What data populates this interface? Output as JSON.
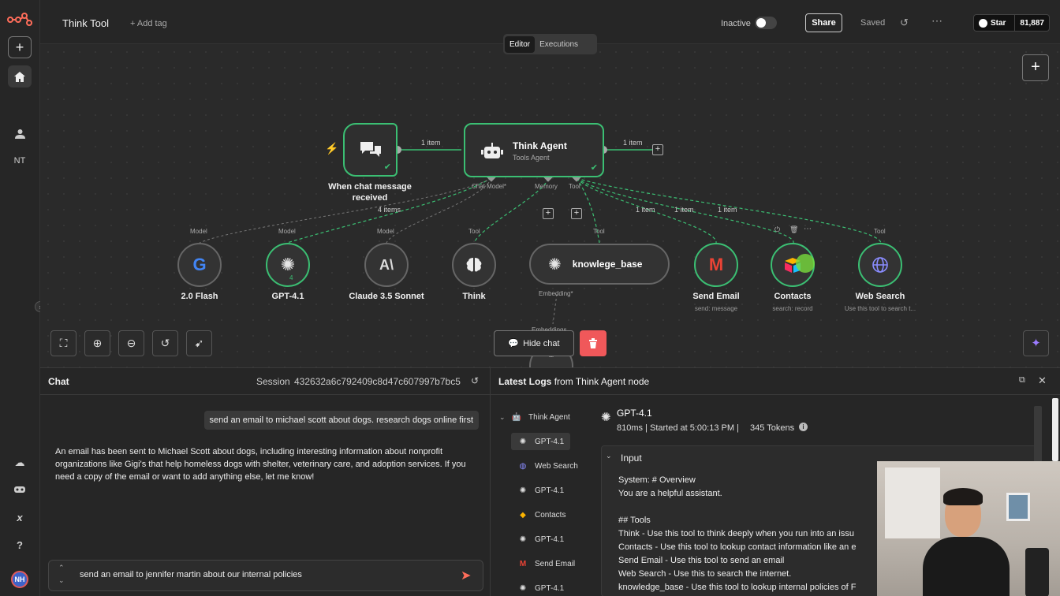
{
  "workflow": {
    "title": "Think Tool",
    "add_tag": "+ Add tag",
    "status_label": "Inactive",
    "share_label": "Share",
    "saved_label": "Saved",
    "github_star_label": "Star",
    "github_star_count": "81,887"
  },
  "tabs": [
    "Editor",
    "Executions"
  ],
  "rail": {
    "user_initials": "NT",
    "avatar_initials": "NH"
  },
  "nodes": {
    "trigger": {
      "label_line1": "When chat message",
      "label_line2": "received"
    },
    "agent": {
      "title": "Think Agent",
      "subtitle": "Tools Agent",
      "ports": [
        "Chat Model*",
        "Memory",
        "Tool"
      ]
    },
    "edges": {
      "trigger_to_agent": "1 item",
      "agent_out": "1 item",
      "models": "4 items",
      "tool_a": "1 item",
      "tool_b": "1 item",
      "tool_c": "1 item"
    },
    "subnodes": [
      {
        "type": "Model",
        "label": "2.0 Flash",
        "icon": "google-icon"
      },
      {
        "type": "Model",
        "label": "GPT-4.1",
        "icon": "openai-icon",
        "badge": "4"
      },
      {
        "type": "Model",
        "label": "Claude 3.5 Sonnet",
        "icon": "anthropic-icon"
      },
      {
        "type": "Tool",
        "label": "Think",
        "icon": "brain-icon"
      },
      {
        "type": "Tool",
        "label": "knowlege_base",
        "icon": "openai-icon",
        "port": "Embedding*"
      },
      {
        "type": "Tool",
        "label": "Send Email",
        "sub": "send: message",
        "icon": "gmail-icon"
      },
      {
        "type": "Tool",
        "label": "Contacts",
        "sub": "search: record",
        "icon": "airtable-icon"
      },
      {
        "type": "Tool",
        "label": "Web Search",
        "sub": "Use this tool to search t...",
        "icon": "globe-icon"
      }
    ],
    "embeddings_label": "Embeddings"
  },
  "canvas_controls": {
    "hide_chat": "Hide chat"
  },
  "chat": {
    "title": "Chat",
    "session_label": "Session",
    "session_id": "432632a6c792409c8d47c607997b7bc5",
    "user_message": "send an email to michael scott about dogs. research dogs online first",
    "bot_message": "An email has been sent to Michael Scott about dogs, including interesting information about nonprofit organizations like Gigi's that help homeless dogs with shelter, veterinary care, and adoption services. If you need a copy of the email or want to add anything else, let me know!",
    "input_value": "send an email to jennifer martin about our internal policies"
  },
  "logs": {
    "title": "Latest Logs",
    "title_from": "from Think Agent node",
    "tree": [
      {
        "label": "Think Agent",
        "icon": "robot-icon"
      },
      {
        "label": "GPT-4.1",
        "icon": "openai-icon"
      },
      {
        "label": "Web Search",
        "icon": "globe-icon"
      },
      {
        "label": "GPT-4.1",
        "icon": "openai-icon"
      },
      {
        "label": "Contacts",
        "icon": "airtable-icon"
      },
      {
        "label": "GPT-4.1",
        "icon": "openai-icon"
      },
      {
        "label": "Send Email",
        "icon": "gmail-icon"
      },
      {
        "label": "GPT-4.1",
        "icon": "openai-icon"
      }
    ],
    "detail": {
      "title": "GPT-4.1",
      "meta": "810ms | Started at 5:00:13 PM |",
      "tokens": "345 Tokens",
      "input_label": "Input",
      "lines": [
        "System: # Overview",
        "You are a helpful assistant.",
        "",
        "## Tools",
        "Think - Use this tool to think deeply when you run into an issu",
        "Contacts - Use this tool to lookup contact information like an e",
        "Send Email - Use this tool to send an email",
        "Web Search - Use this to search the internet.",
        "knowledge_base - Use this tool to lookup internal policies of F"
      ]
    }
  },
  "colors": {
    "success": "#3bbf73",
    "danger": "#f0585a",
    "accent": "#ff6d5a"
  }
}
